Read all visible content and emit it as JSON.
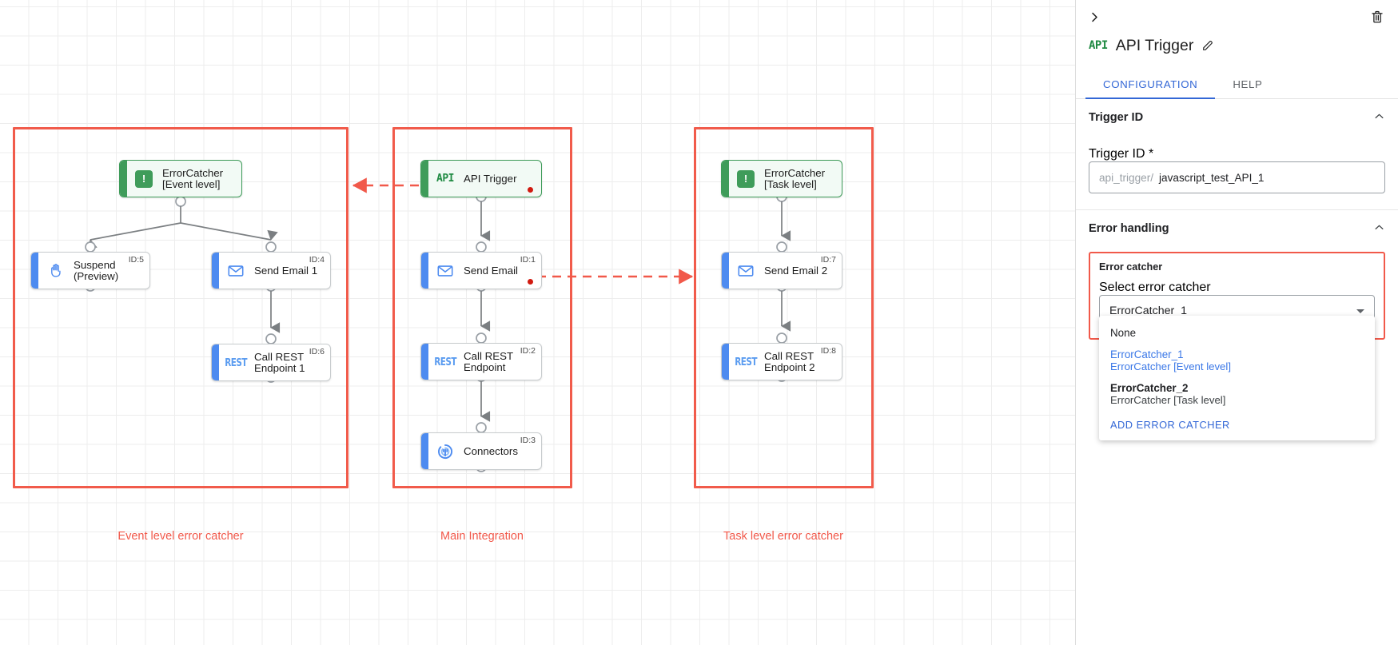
{
  "canvas": {
    "groups": [
      {
        "id": "event-level",
        "label": "Event level error catcher"
      },
      {
        "id": "main-integration",
        "label": "Main Integration"
      },
      {
        "id": "task-level",
        "label": "Task level error catcher"
      }
    ],
    "nodes": [
      {
        "key": "ec1",
        "icon": "error-catcher-icon",
        "label": "ErrorCatcher\n[Event level]",
        "id_tag": "",
        "kind": "green"
      },
      {
        "key": "suspend",
        "icon": "hand-suspend-icon",
        "label": "Suspend\n(Preview)",
        "id_tag": "ID:5",
        "kind": "blue"
      },
      {
        "key": "email1",
        "icon": "envelope-icon",
        "label": "Send Email 1",
        "id_tag": "ID:4",
        "kind": "blue"
      },
      {
        "key": "rest1",
        "icon": "rest-icon",
        "label": "Call REST\nEndpoint 1",
        "id_tag": "ID:6",
        "kind": "blue"
      },
      {
        "key": "apitrig",
        "icon": "api-icon",
        "label": "API Trigger",
        "id_tag": "",
        "kind": "green"
      },
      {
        "key": "email0",
        "icon": "envelope-icon",
        "label": "Send Email",
        "id_tag": "ID:1",
        "kind": "blue"
      },
      {
        "key": "rest0",
        "icon": "rest-icon",
        "label": "Call REST\nEndpoint",
        "id_tag": "ID:2",
        "kind": "blue"
      },
      {
        "key": "connect",
        "icon": "connectors-icon",
        "label": "Connectors",
        "id_tag": "ID:3",
        "kind": "blue"
      },
      {
        "key": "ec2",
        "icon": "error-catcher-icon",
        "label": "ErrorCatcher\n[Task level]",
        "id_tag": "",
        "kind": "green"
      },
      {
        "key": "email2",
        "icon": "envelope-icon",
        "label": "Send Email 2",
        "id_tag": "ID:7",
        "kind": "blue"
      },
      {
        "key": "rest2",
        "icon": "rest-icon",
        "label": "Call REST\nEndpoint 2",
        "id_tag": "ID:8",
        "kind": "blue"
      }
    ],
    "colors": {
      "group_border": "#f15b4b",
      "group_label": "#f1584a",
      "node_blue": "#4d8bf0",
      "node_green": "#3f9c5a",
      "error_dot": "#d11a10",
      "edge": "#7b7f82"
    }
  },
  "panel": {
    "collapse_icon": "chevron-right-icon",
    "delete_icon": "trash-icon",
    "type_icon": "api-icon",
    "type_glyph": "API",
    "title": "API Trigger",
    "edit_icon": "pencil-icon",
    "tabs": [
      {
        "label": "CONFIGURATION",
        "active": true
      },
      {
        "label": "HELP",
        "active": false
      }
    ],
    "trigger_id_section": {
      "heading": "Trigger ID",
      "caret": "chevron-up-icon",
      "field_legend": "Trigger ID *",
      "prefix": "api_trigger/",
      "value": "javascript_test_API_1"
    },
    "error_handling_section": {
      "heading": "Error handling",
      "caret": "chevron-up-icon",
      "error_catcher_label": "Error catcher",
      "select_legend": "Select error catcher",
      "selected_value": "ErrorCatcher_1",
      "dropdown_icon": "chevron-down-icon",
      "options": [
        {
          "name": "None",
          "sub": "",
          "selected": false,
          "bold": false
        },
        {
          "name": "ErrorCatcher_1",
          "sub": "ErrorCatcher [Event level]",
          "selected": true,
          "bold": false
        },
        {
          "name": "ErrorCatcher_2",
          "sub": "ErrorCatcher [Task level]",
          "selected": false,
          "bold": true
        }
      ],
      "add_action": "ADD ERROR CATCHER"
    }
  }
}
